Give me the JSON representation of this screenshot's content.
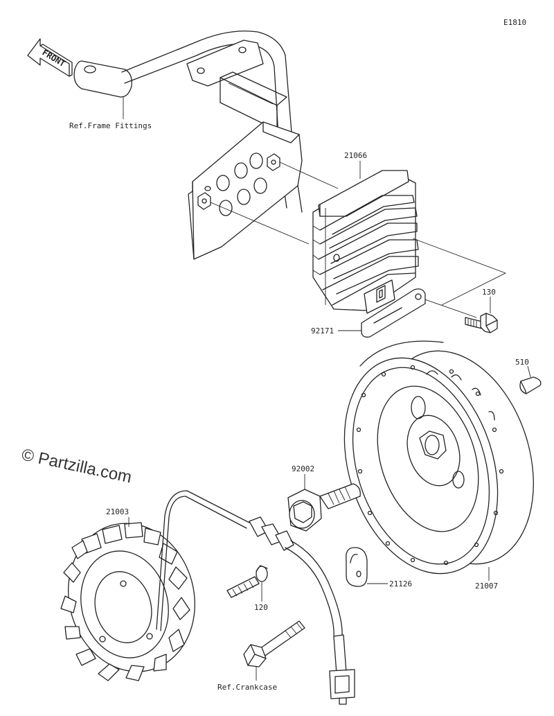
{
  "diagram_code": "E1810",
  "watermark": "© Partzilla.com",
  "front_label": "FRONT",
  "labels": {
    "ref_frame": "Ref.Frame Fittings",
    "p21066": "21066",
    "p130": "130",
    "p92171": "92171",
    "p510": "510",
    "p92002": "92002",
    "p21003": "21003",
    "p21007": "21007",
    "p21126": "21126",
    "p120": "120",
    "ref_crankcase": "Ref.Crankcase"
  }
}
